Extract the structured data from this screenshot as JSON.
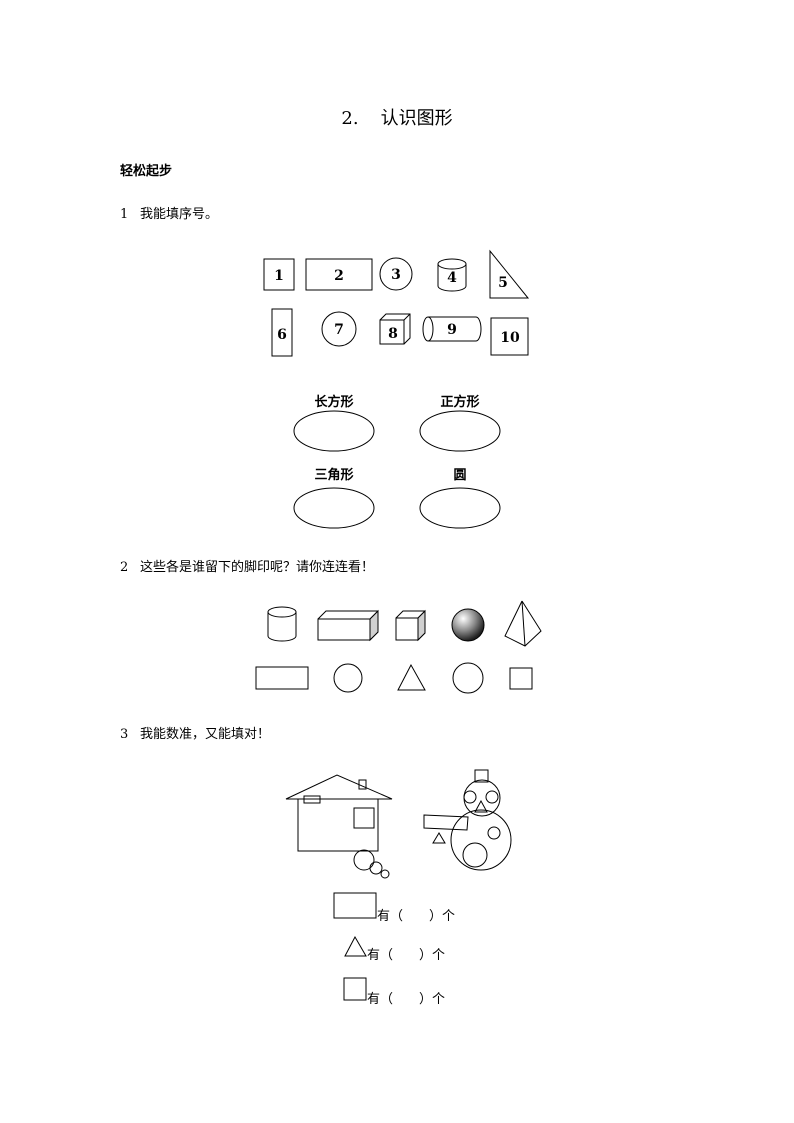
{
  "title": {
    "number": "2.",
    "text": "认识图形"
  },
  "section": "轻松起步",
  "questions": [
    {
      "number": "1",
      "text": "我能填序号。"
    },
    {
      "number": "2",
      "text": "这些各是谁留下的脚印呢？请你连连看！"
    },
    {
      "number": "3",
      "text": "我能数准，又能填对！"
    }
  ],
  "shapes_q1": [
    "1",
    "2",
    "3",
    "4",
    "5",
    "6",
    "7",
    "8",
    "9",
    "10"
  ],
  "categories": [
    "长方形",
    "正方形",
    "三角形",
    "圆"
  ],
  "counts": [
    {
      "shape": "rectangle",
      "text": "有（　　）个"
    },
    {
      "shape": "triangle",
      "text": "有（　　）个"
    },
    {
      "shape": "square",
      "text": "有（　　）个"
    }
  ]
}
